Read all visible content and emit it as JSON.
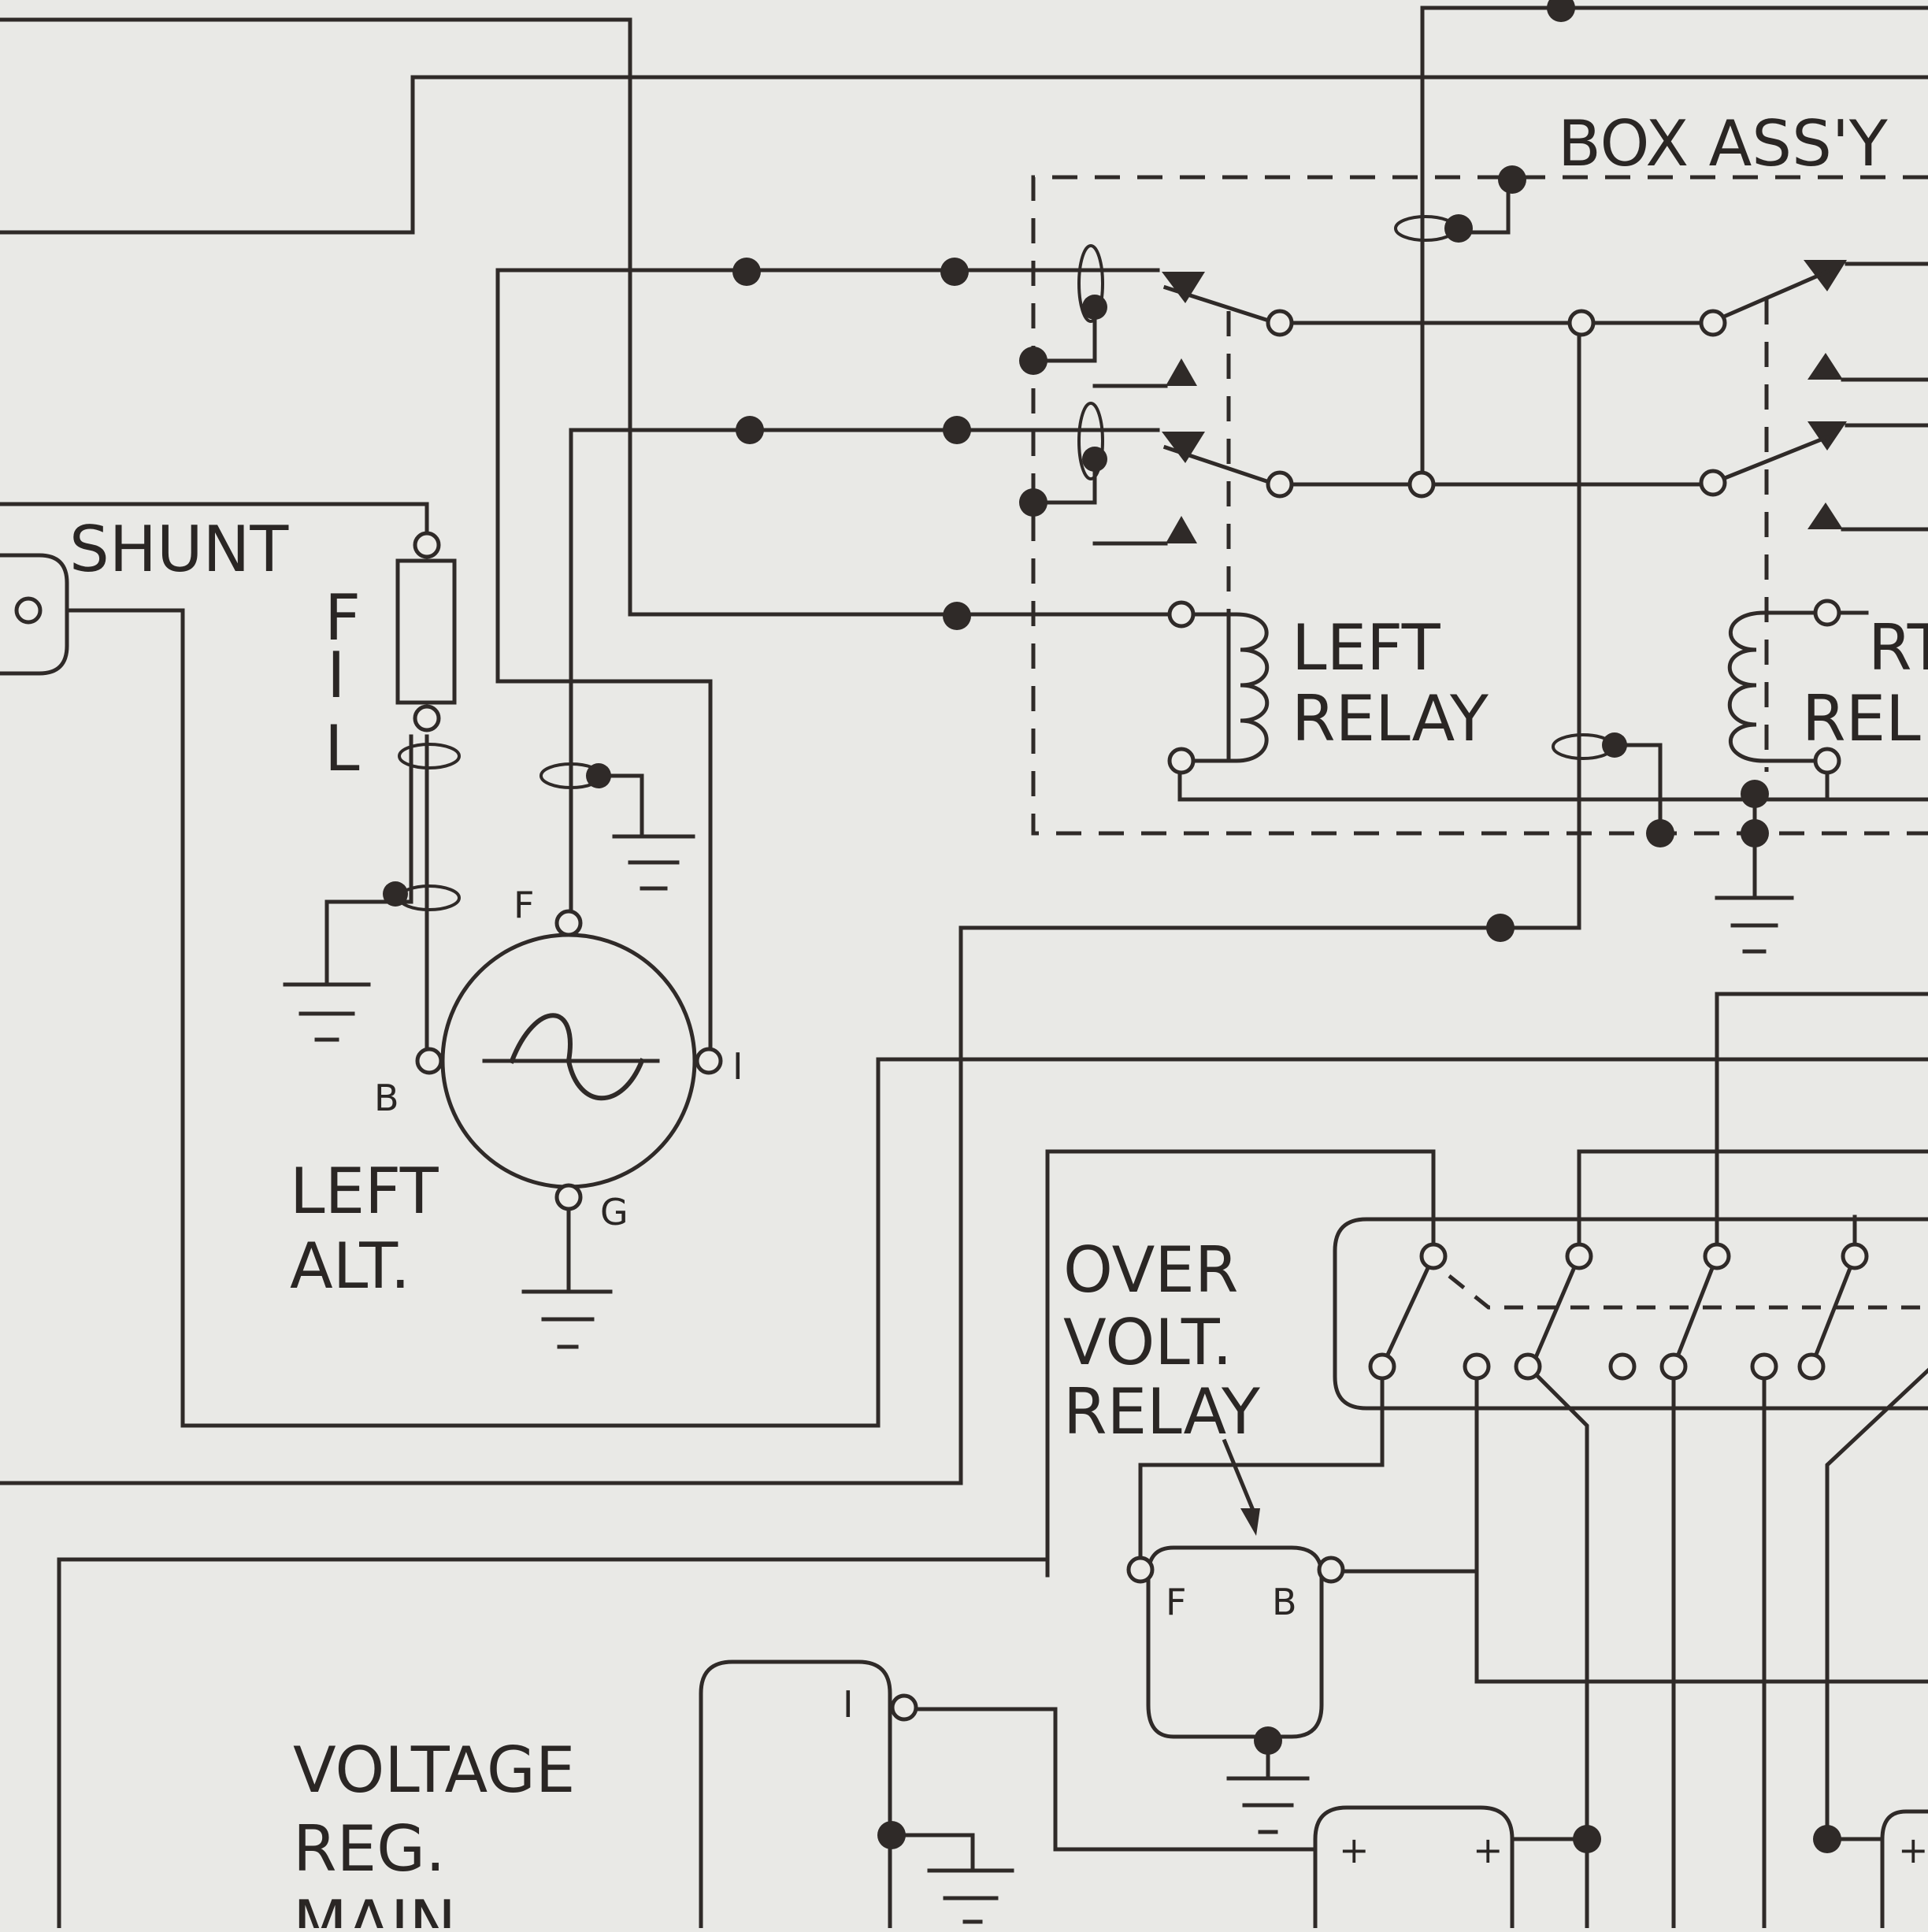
{
  "labels": {
    "box_assy": "BOX ASS'Y",
    "shunt": "SHUNT",
    "fil_f": "F",
    "fil_i": "I",
    "fil_l": "L",
    "alt_f": "F",
    "alt_b": "B",
    "alt_i": "I",
    "alt_g": "G",
    "left_alt_1": "LEFT",
    "left_alt_2": "ALT.",
    "left_relay_1": "LEFT",
    "left_relay_2": "RELAY",
    "rt_relay_1": "RT",
    "rt_relay_2": "REL",
    "over_volt_1": "OVER",
    "over_volt_2": "VOLT.",
    "over_volt_3": "RELAY",
    "ovr_f": "F",
    "ovr_b": "B",
    "vreg_1": "VOLTAGE",
    "vreg_2": "REG.",
    "vreg_3": "MAIN",
    "vreg_i": "I",
    "plus_1": "+",
    "plus_2": "+",
    "plus_3": "+"
  },
  "colors": {
    "paper": "#e9e9e6",
    "ink": "#2f2a28"
  }
}
